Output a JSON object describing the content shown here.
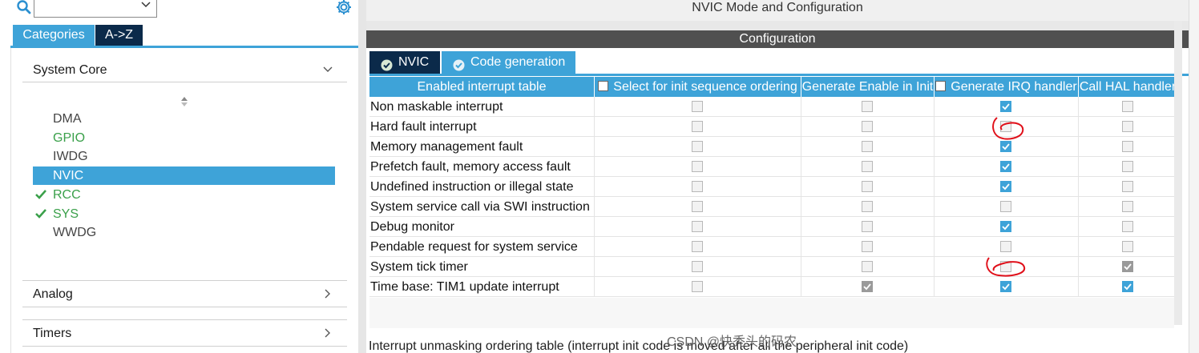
{
  "left": {
    "search": {
      "placeholder": "",
      "value": ""
    },
    "tabs": {
      "categories": "Categories",
      "az": "A->Z"
    },
    "categories": [
      {
        "label": "System Core",
        "state": "expanded"
      },
      {
        "label": "Analog",
        "state": "collapsed"
      },
      {
        "label": "Timers",
        "state": "collapsed"
      }
    ],
    "tree": [
      {
        "label": "DMA",
        "status": "none"
      },
      {
        "label": "GPIO",
        "status": "green"
      },
      {
        "label": "IWDG",
        "status": "none"
      },
      {
        "label": "NVIC",
        "status": "selected"
      },
      {
        "label": "RCC",
        "status": "ok"
      },
      {
        "label": "SYS",
        "status": "ok"
      },
      {
        "label": "WWDG",
        "status": "none"
      }
    ]
  },
  "right": {
    "title": "NVIC Mode and Configuration",
    "config_label": "Configuration",
    "subtabs": [
      "NVIC",
      "Code generation"
    ],
    "table": {
      "headers": [
        "Enabled interrupt table",
        "Select for init sequence ordering",
        "Generate Enable in Init",
        "Generate IRQ handler",
        "Call HAL handler"
      ],
      "rows": [
        {
          "name": "Non maskable interrupt",
          "init": "off",
          "enable": "off",
          "irq": "on",
          "hal": "off"
        },
        {
          "name": "Hard fault interrupt",
          "init": "off",
          "enable": "off",
          "irq": "off",
          "hal": "off"
        },
        {
          "name": "Memory management fault",
          "init": "off",
          "enable": "off",
          "irq": "on",
          "hal": "off"
        },
        {
          "name": "Prefetch fault, memory access fault",
          "init": "off",
          "enable": "off",
          "irq": "on",
          "hal": "off"
        },
        {
          "name": "Undefined instruction or illegal state",
          "init": "off",
          "enable": "off",
          "irq": "on",
          "hal": "off"
        },
        {
          "name": "System service call via SWI instruction",
          "init": "off",
          "enable": "off",
          "irq": "off",
          "hal": "off"
        },
        {
          "name": "Debug monitor",
          "init": "off",
          "enable": "off",
          "irq": "on",
          "hal": "off"
        },
        {
          "name": "Pendable request for system service",
          "init": "off",
          "enable": "off",
          "irq": "off",
          "hal": "off"
        },
        {
          "name": "System tick timer",
          "init": "off",
          "enable": "off",
          "irq": "off",
          "hal": "disabled-on"
        },
        {
          "name": "Time base: TIM1 update interrupt",
          "init": "off",
          "enable": "disabled-on",
          "irq": "on",
          "hal": "on"
        }
      ]
    },
    "bottom_text": "Interrupt unmasking ordering table (interrupt init code is moved after all the peripheral init code)"
  },
  "watermark": "CSDN @快秃头的码农",
  "colors": {
    "accent": "#3ea3d8",
    "dark_tab": "#0b2a4a",
    "config_bar": "#505050",
    "ok_green": "#3aa04a",
    "annotation_red": "#e0101a"
  },
  "icons": [
    "search-icon",
    "gear-icon",
    "chevron-down-icon",
    "chevron-right-icon",
    "sort-icon",
    "check-icon"
  ]
}
